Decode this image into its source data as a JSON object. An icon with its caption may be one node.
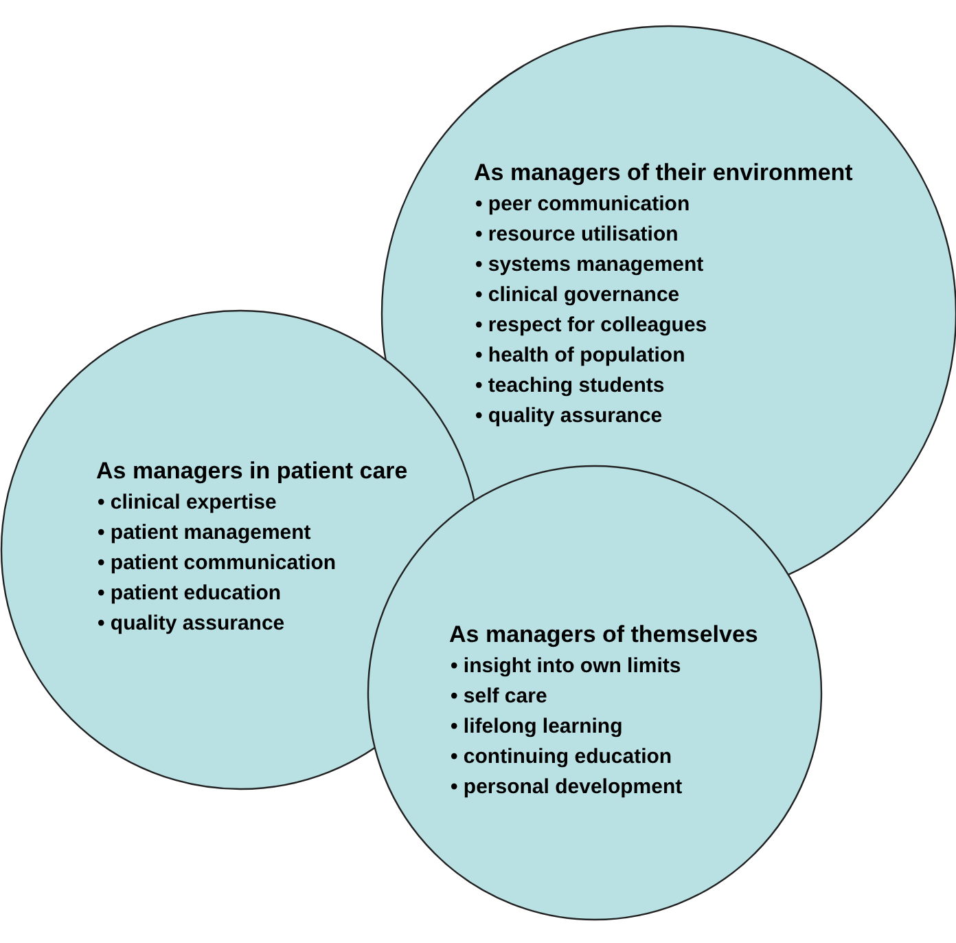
{
  "diagram": {
    "nodes": [
      {
        "text": [
          "As managers of their environment",
          "• peer communication",
          "• resource utilisation",
          "• systems management",
          "• clinical governance",
          "• respect for colleagues",
          "• health of population",
          "• teaching students",
          "• quality assurance"
        ]
      },
      {
        "text": [
          "As managers in patient care",
          "• clinical expertise",
          "• patient management",
          "• patient communication",
          "• patient education",
          "• quality assurance"
        ]
      },
      {
        "text": [
          "As managers of themselves",
          "• insight into own limits",
          "• self care",
          "• lifelong learning",
          "• continuing education",
          "• personal development"
        ]
      }
    ]
  }
}
